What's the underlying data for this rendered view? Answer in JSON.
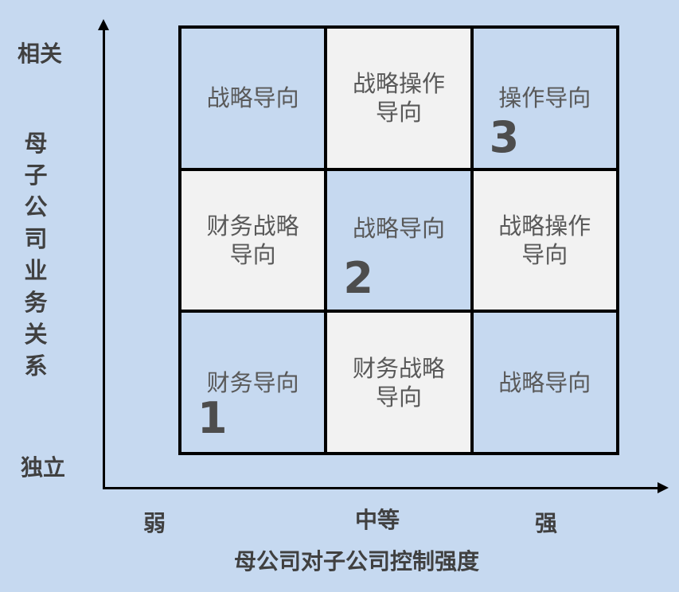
{
  "y_axis": {
    "title": "母子公司业务关系",
    "top_label": "相关",
    "bottom_label": "独立"
  },
  "x_axis": {
    "title": "母公司对子公司控制强度",
    "ticks": [
      "弱",
      "中等",
      "强"
    ]
  },
  "cells": [
    {
      "label": "战略导向",
      "color": "blue",
      "number": ""
    },
    {
      "label": "战略操作导向",
      "color": "grey",
      "number": ""
    },
    {
      "label": "操作导向",
      "color": "blue",
      "number": "3"
    },
    {
      "label": "财务战略导向",
      "color": "grey",
      "number": ""
    },
    {
      "label": "战略导向",
      "color": "blue",
      "number": "2"
    },
    {
      "label": "战略操作导向",
      "color": "grey",
      "number": ""
    },
    {
      "label": "财务导向",
      "color": "blue",
      "number": "1"
    },
    {
      "label": "财务战略导向",
      "color": "grey",
      "number": ""
    },
    {
      "label": "战略导向",
      "color": "blue",
      "number": ""
    }
  ]
}
